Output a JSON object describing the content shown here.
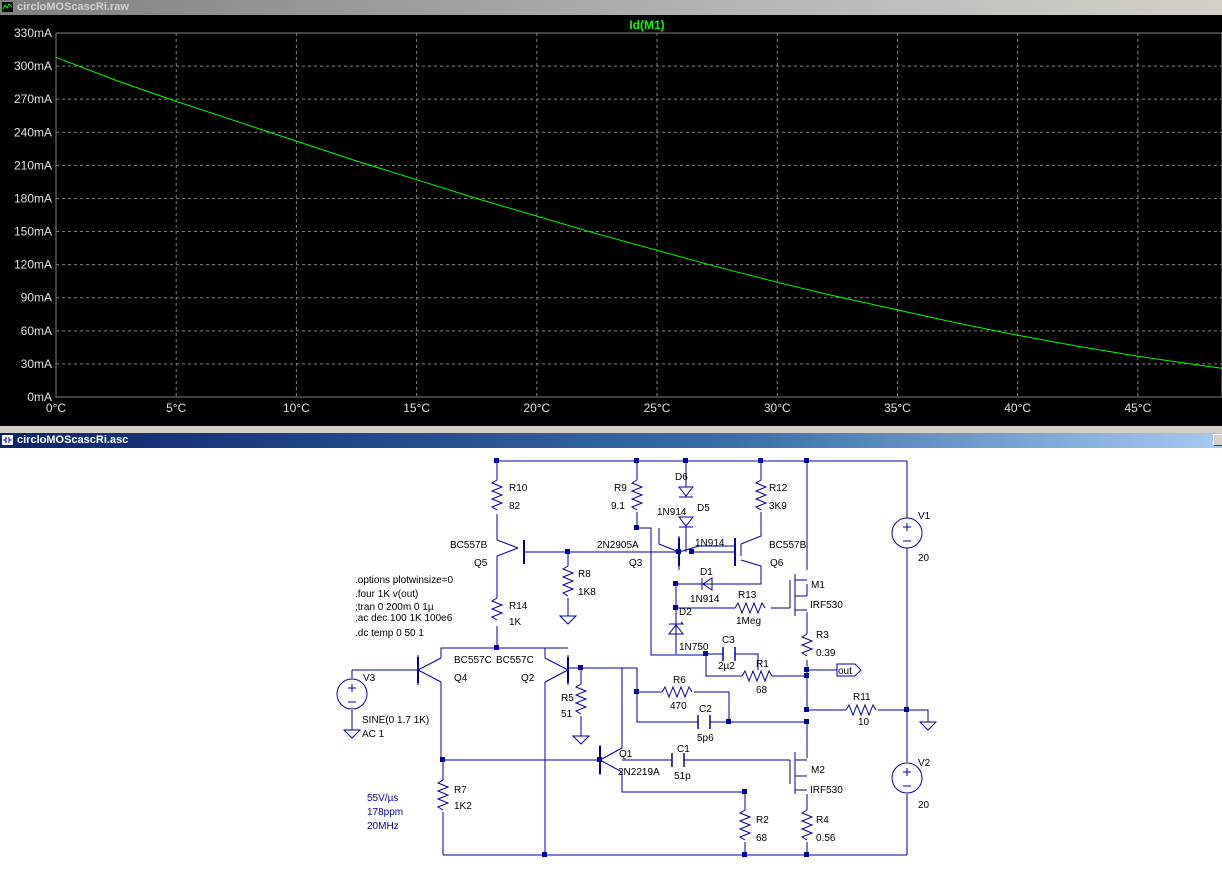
{
  "plot_window": {
    "title": "circloMOScascRi.raw",
    "trace_label": "Id(M1)",
    "trace_color": "#00ff00",
    "background": "#000000"
  },
  "schematic_window": {
    "title": "circloMOScascRi.asc",
    "directives": [
      ".options plotwinsize=0",
      ".four 1K v(out)",
      ";tran 0 200m 0 1µ",
      ";ac dec 100 1K 100e6",
      ".dc temp 0 50 1"
    ],
    "notes": [
      "55V/µs",
      "178ppm",
      "20MHz"
    ],
    "components": {
      "R10": "R10",
      "R10_val": "82",
      "R9": "R9",
      "R9_val": "9.1",
      "D6": "D6",
      "D5": "D5",
      "D56_model": "1N914",
      "D5_model": "1N914",
      "R12": "R12",
      "R12_val": "3K9",
      "V1": "V1",
      "V1_val": "20",
      "Q5_model": "BC557B",
      "Q5": "Q5",
      "Q3_model": "2N2905A",
      "Q3": "Q3",
      "Q6_model": "BC557B",
      "Q6": "Q6",
      "R8": "R8",
      "R8_val": "1K8",
      "R14": "R14",
      "R14_val": "1K",
      "M1": "M1",
      "M1_model": "IRF530",
      "D1": "D1",
      "D1_model": "1N914",
      "D2": "D2",
      "D2_model": "1N750",
      "R13": "R13",
      "R13_val": "1Meg",
      "R3": "R3",
      "R3_val": "0.39",
      "C3": "C3",
      "C3_val": "2µ2",
      "out": "out",
      "R1": "R1",
      "R1_val": "68",
      "V3": "V3",
      "V3_val1": "SINE(0 1.7 1K)",
      "V3_val2": "AC 1",
      "Q4_model": "BC557C",
      "Q2_model": "BC557C",
      "Q4": "Q4",
      "Q2": "Q2",
      "R5": "R5",
      "R5_val": "51",
      "R6": "R6",
      "R6_val": "470",
      "C2": "C2",
      "C2_val": "5p6",
      "R11": "R11",
      "R11_val": "10",
      "Q1": "Q1",
      "Q1_model": "2N2219A",
      "C1": "C1",
      "C1_val": "51p",
      "M2": "M2",
      "M2_model": "IRF530",
      "V2": "V2",
      "V2_val": "20",
      "R7": "R7",
      "R7_val": "1K2",
      "R2": "R2",
      "R2_val": "68",
      "R4": "R4",
      "R4_val": "0.56"
    }
  },
  "chart_data": {
    "type": "line",
    "title": "Id(M1)",
    "xlabel": "",
    "ylabel": "",
    "x_unit": "°C",
    "y_unit": "mA",
    "xlim": [
      0,
      48.5
    ],
    "ylim": [
      0,
      330
    ],
    "x_ticks": [
      "0°C",
      "5°C",
      "10°C",
      "15°C",
      "20°C",
      "25°C",
      "30°C",
      "35°C",
      "40°C",
      "45°C"
    ],
    "y_ticks": [
      "0mA",
      "30mA",
      "60mA",
      "90mA",
      "120mA",
      "150mA",
      "180mA",
      "210mA",
      "240mA",
      "270mA",
      "300mA",
      "330mA"
    ],
    "grid": true,
    "series": [
      {
        "name": "Id(M1)",
        "x": [
          0,
          2.5,
          5,
          7.5,
          10,
          12.5,
          15,
          17.5,
          20,
          22.5,
          25,
          27.5,
          30,
          32.5,
          35,
          37.5,
          40,
          42.5,
          45,
          47.5,
          48.5
        ],
        "y": [
          308,
          287,
          268,
          250,
          232,
          214,
          197,
          180,
          164,
          148,
          133,
          118,
          104,
          91,
          79,
          67,
          56,
          46,
          37,
          29,
          26
        ]
      }
    ]
  }
}
